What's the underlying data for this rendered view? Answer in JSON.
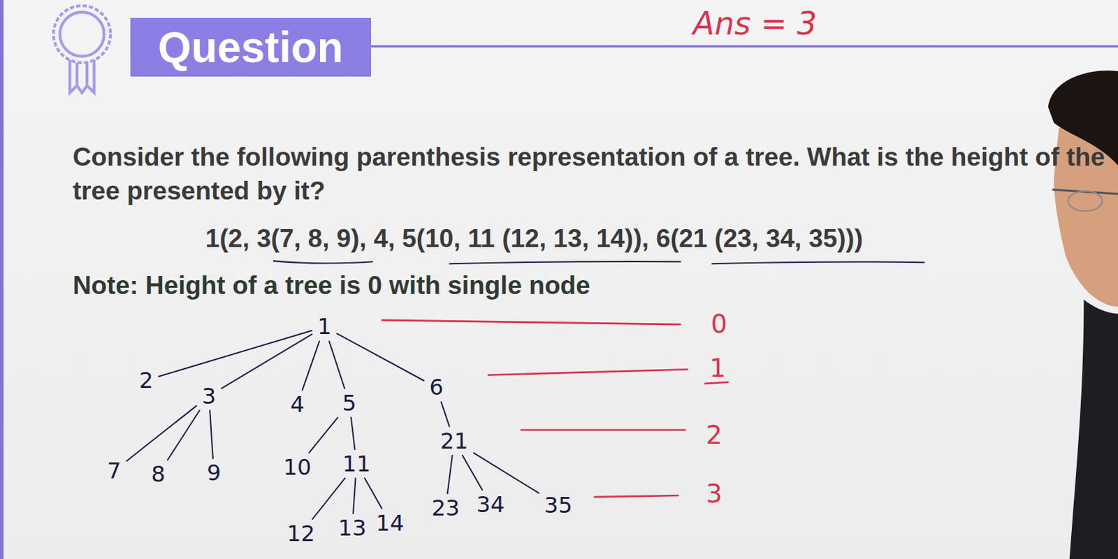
{
  "diagram": {
    "title": "Question",
    "nodes": [
      {
        "text": [
          "1"
        ]
      },
      {
        "text": [
          "2"
        ]
      },
      {
        "text": [
          "3"
        ]
      },
      {
        "text": [
          "4"
        ]
      },
      {
        "text": [
          "5"
        ]
      },
      {
        "text": [
          "6"
        ]
      },
      {
        "text": [
          "7"
        ]
      },
      {
        "text": [
          "8"
        ]
      },
      {
        "text": [
          "9"
        ]
      },
      {
        "text": [
          "10"
        ]
      },
      {
        "text": [
          "11"
        ]
      },
      {
        "text": [
          "21"
        ]
      },
      {
        "text": [
          "12"
        ]
      },
      {
        "text": [
          "13"
        ]
      },
      {
        "text": [
          "14"
        ]
      },
      {
        "text": [
          "23"
        ]
      },
      {
        "text": [
          "34"
        ]
      },
      {
        "text": [
          "35"
        ]
      }
    ],
    "edges": [
      {
        "from": 0,
        "to": 1,
        "arrow": "none"
      },
      {
        "from": 0,
        "to": 2,
        "arrow": "none"
      },
      {
        "from": 0,
        "to": 3,
        "arrow": "none"
      },
      {
        "from": 0,
        "to": 4,
        "arrow": "none"
      },
      {
        "from": 0,
        "to": 5,
        "arrow": "none"
      },
      {
        "from": 2,
        "to": 6,
        "arrow": "none"
      },
      {
        "from": 2,
        "to": 7,
        "arrow": "none"
      },
      {
        "from": 2,
        "to": 8,
        "arrow": "none"
      },
      {
        "from": 4,
        "to": 9,
        "arrow": "none"
      },
      {
        "from": 4,
        "to": 10,
        "arrow": "none"
      },
      {
        "from": 5,
        "to": 11,
        "arrow": "none"
      },
      {
        "from": 10,
        "to": 12,
        "arrow": "none"
      },
      {
        "from": 10,
        "to": 13,
        "arrow": "none"
      },
      {
        "from": 10,
        "to": 14,
        "arrow": "none"
      },
      {
        "from": 11,
        "to": 15,
        "arrow": "none"
      },
      {
        "from": 11,
        "to": 16,
        "arrow": "none"
      },
      {
        "from": 11,
        "to": 17,
        "arrow": "none"
      }
    ],
    "labels": [
      "Ans = 3",
      "Consider the following parenthesis representation of a tree. What is the height of the tree presented by it?",
      "1(2, 3(7, 8, 9), 4, 5(10, 11 (12, 13, 14)), 6(21 (23, 34, 35)))",
      "Note: Height of a tree is 0 with single node",
      "0",
      "1",
      "2",
      "3"
    ]
  }
}
